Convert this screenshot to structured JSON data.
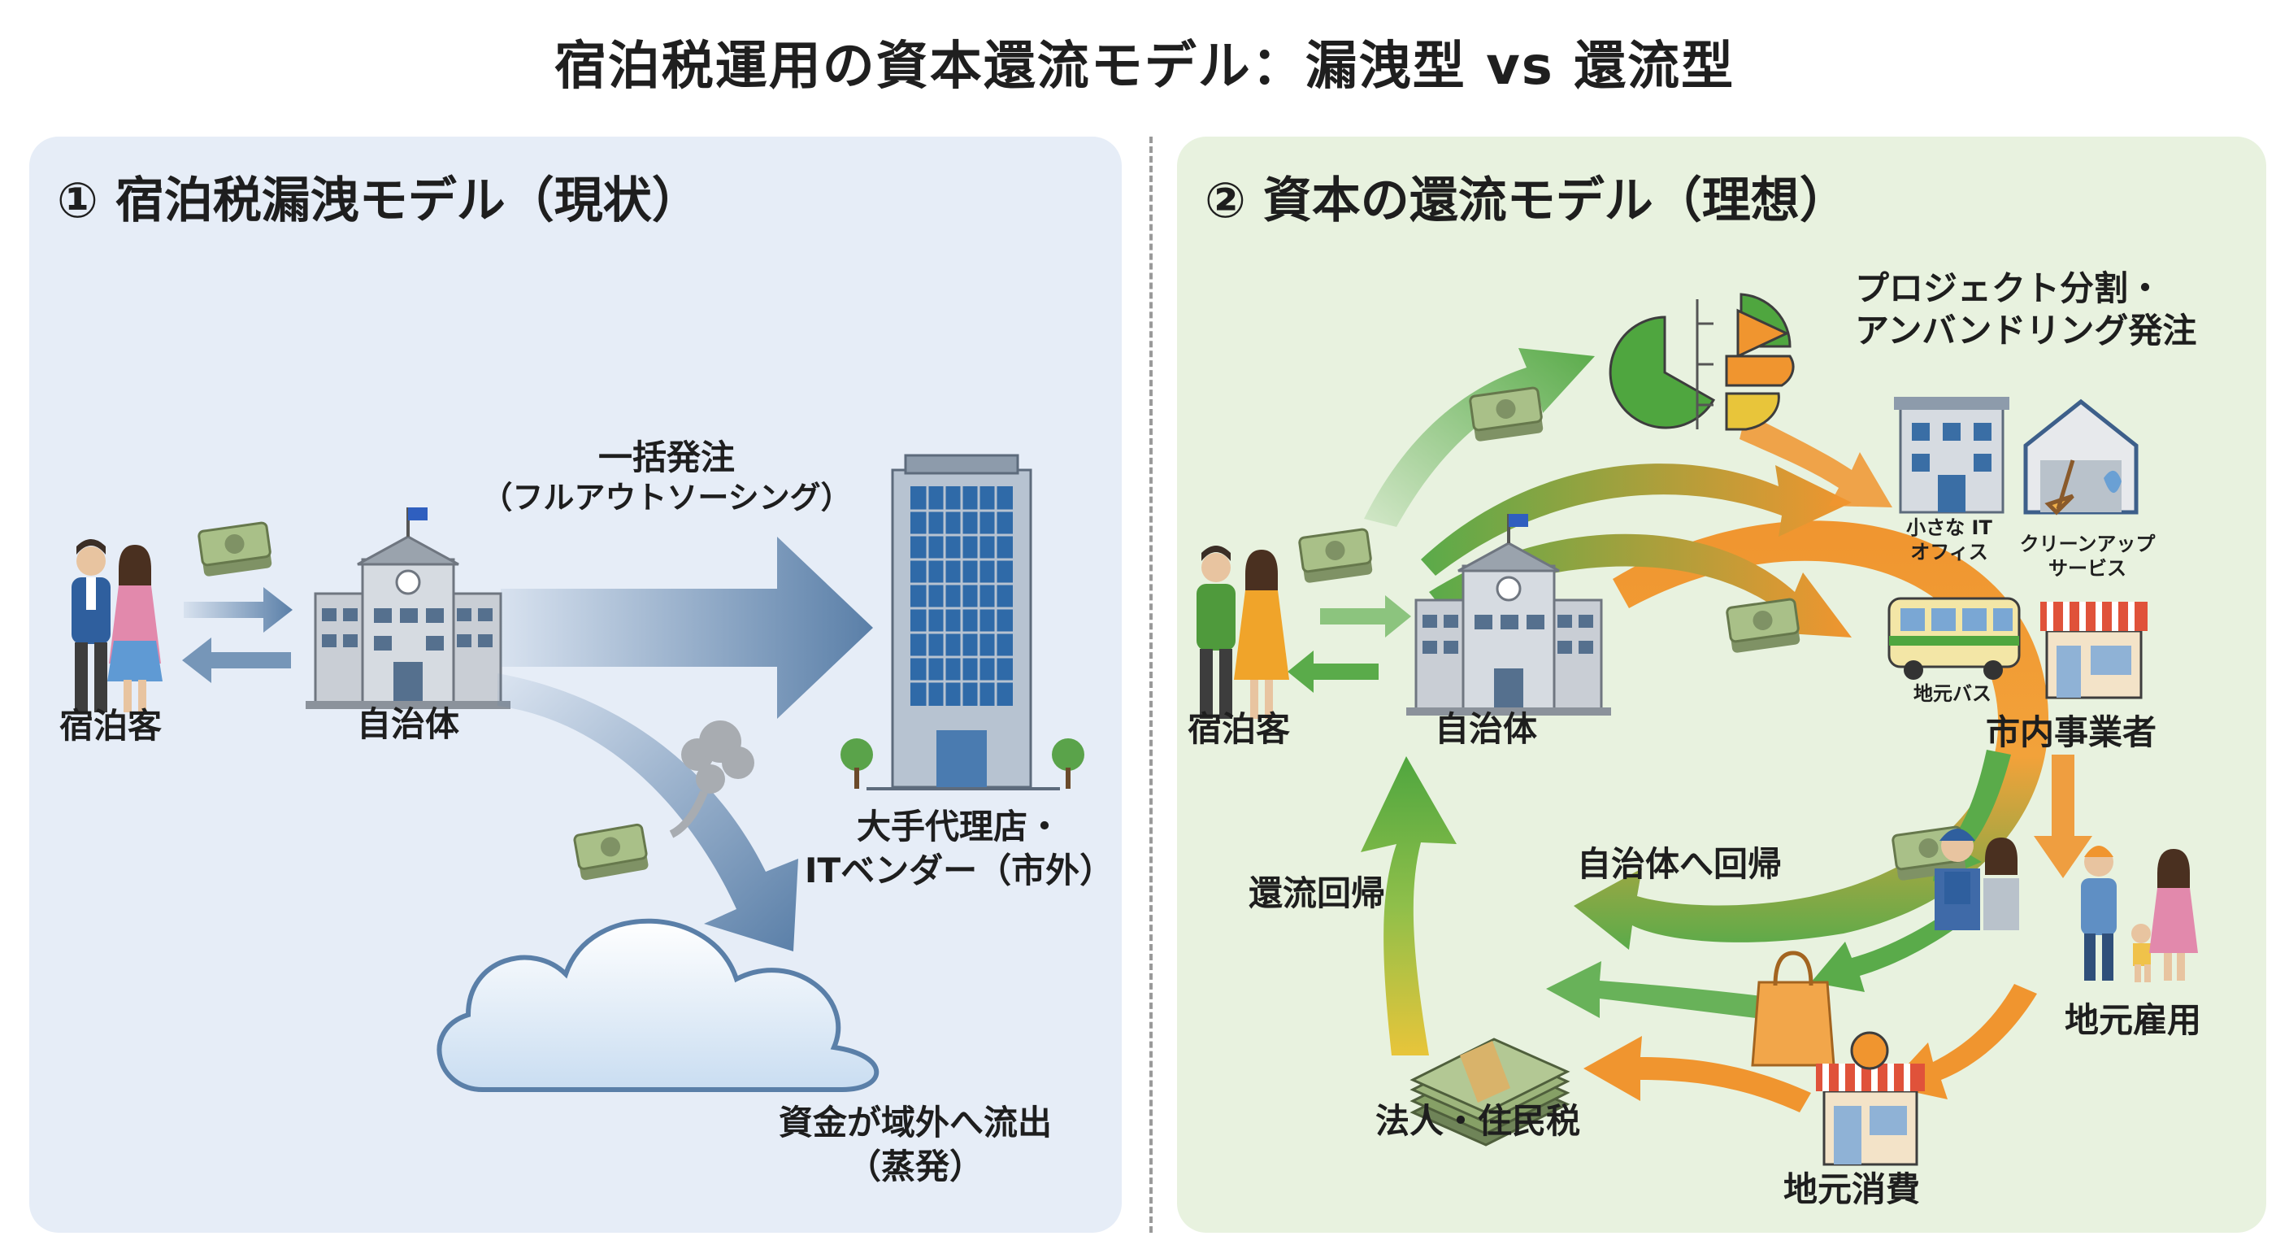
{
  "title": "宿泊税運用の資本還流モデル：漏洩型 vs 還流型",
  "left_panel": {
    "heading": "① 宿泊税漏洩モデル（現状）",
    "guests": "宿泊客",
    "municipality": "自治体",
    "bulk_order_line1": "一括発注",
    "bulk_order_line2": "（フルアウトソーシング）",
    "vendor_line1": "大手代理店・",
    "vendor_line2": "ITベンダー（市外）",
    "outflow_line1": "資金が域外へ流出",
    "outflow_line2": "（蒸発）"
  },
  "right_panel": {
    "heading": "② 資本の還流モデル（理想）",
    "guests": "宿泊客",
    "municipality": "自治体",
    "split_line1": "プロジェクト分割・",
    "split_line2": "アンバンドリング発注",
    "small_it_line1": "小さな IT",
    "small_it_line2": "オフィス",
    "cleanup_line1": "クリーンアップ",
    "cleanup_line2": "サービス",
    "local_bus": "地元バス",
    "city_businesses": "市内事業者",
    "local_employment": "地元雇用",
    "local_consumption": "地元消費",
    "taxes": "法人・住民税",
    "return_to_municipality": "自治体へ回帰",
    "circulation_return": "還流回帰"
  },
  "colors": {
    "left_panel_bg": "#e6edf7",
    "right_panel_bg": "#e8f2df",
    "blue_arrow": "#5a7fa8",
    "green_arrow": "#5aab4a",
    "orange_arrow": "#f0952f",
    "yellow": "#e8c53a"
  }
}
